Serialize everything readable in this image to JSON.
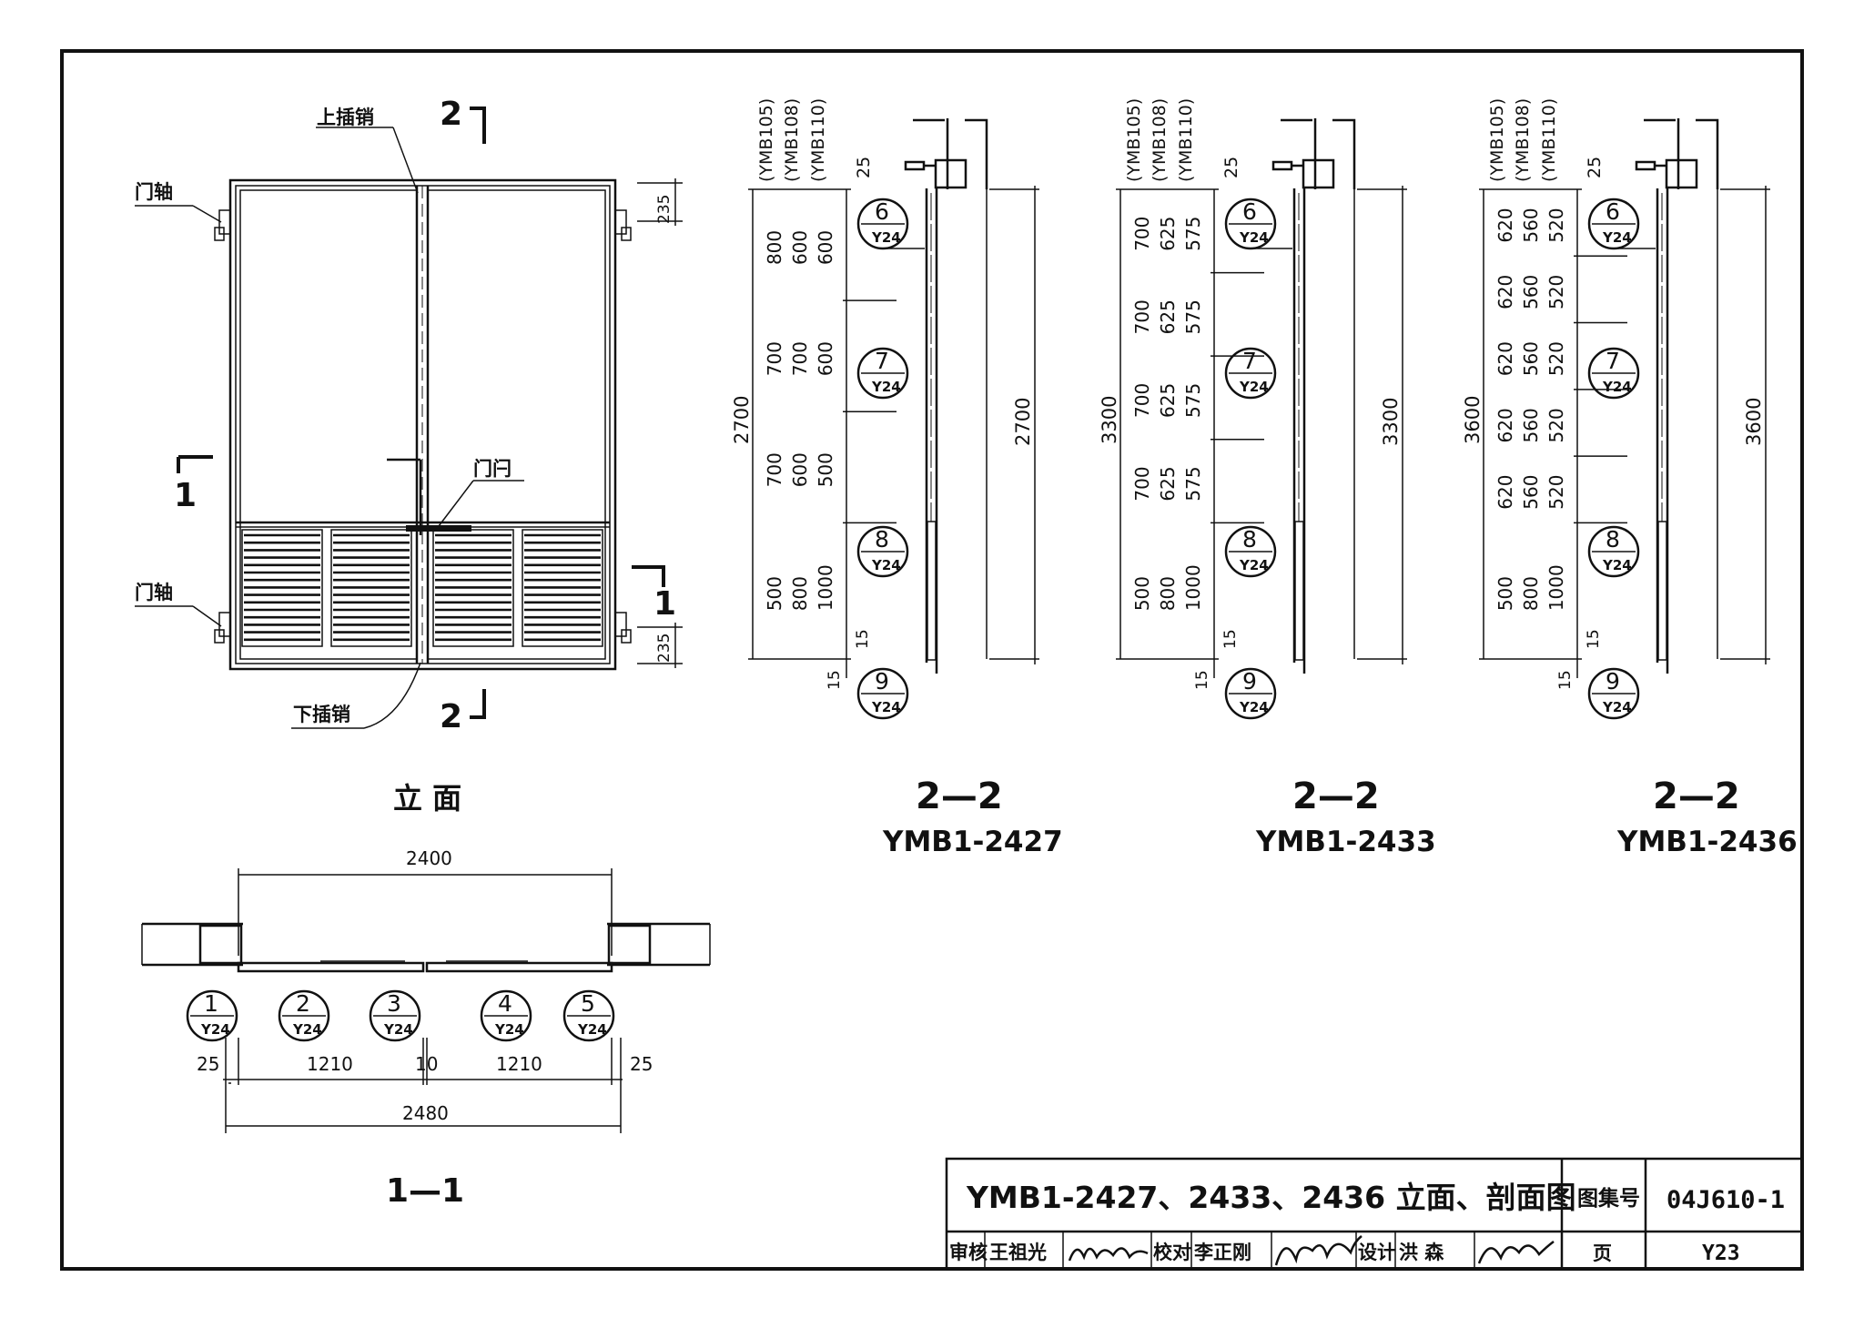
{
  "elevation": {
    "labels": {
      "top_bolt": "上插销",
      "bottom_bolt": "下插销",
      "pivot_top": "门轴",
      "pivot_bottom": "门轴",
      "latch": "门闩",
      "cut_1_top": "1",
      "cut_1_bottom": "1",
      "cut_2_top": "2",
      "cut_2_bottom": "2",
      "dim_top": "235",
      "dim_bottom": "235"
    },
    "caption": "立  面"
  },
  "plan": {
    "caption": "1—1",
    "overall_inner": "2400",
    "overall_outer": "2480",
    "dims": [
      "25",
      "1210",
      "10",
      "1210",
      "25"
    ],
    "callouts": [
      {
        "num": "1",
        "ref": "Y24"
      },
      {
        "num": "2",
        "ref": "Y24"
      },
      {
        "num": "3",
        "ref": "Y24"
      },
      {
        "num": "4",
        "ref": "Y24"
      },
      {
        "num": "5",
        "ref": "Y24"
      }
    ]
  },
  "sections": [
    {
      "caption": "2—2",
      "model": "YMB1-2427",
      "total_left": "2700",
      "total_right": "2700",
      "headers": [
        "(YMB105)",
        "(YMB108)",
        "(YMB110)"
      ],
      "top_dim": "25",
      "bottom_dim_a": "15",
      "bottom_dim_b": "15",
      "col_a": [
        "800",
        "700",
        "700",
        "500"
      ],
      "col_b": [
        "600",
        "700",
        "600",
        "800"
      ],
      "col_c": [
        "600",
        "600",
        "500",
        "1000"
      ]
    },
    {
      "caption": "2—2",
      "model": "YMB1-2433",
      "total_left": "3300",
      "total_right": "3300",
      "headers": [
        "(YMB105)",
        "(YMB108)",
        "(YMB110)"
      ],
      "top_dim": "25",
      "bottom_dim_a": "15",
      "bottom_dim_b": "15",
      "col_a": [
        "700",
        "700",
        "700",
        "700",
        "500"
      ],
      "col_b": [
        "625",
        "625",
        "625",
        "625",
        "800"
      ],
      "col_c": [
        "575",
        "575",
        "575",
        "575",
        "1000"
      ]
    },
    {
      "caption": "2—2",
      "model": "YMB1-2436",
      "total_left": "3600",
      "total_right": "3600",
      "headers": [
        "(YMB105)",
        "(YMB108)",
        "(YMB110)"
      ],
      "top_dim": "25",
      "bottom_dim_a": "15",
      "bottom_dim_b": "15",
      "col_a": [
        "620",
        "620",
        "620",
        "620",
        "620",
        "500"
      ],
      "col_b": [
        "560",
        "560",
        "560",
        "560",
        "560",
        "800"
      ],
      "col_c": [
        "520",
        "520",
        "520",
        "520",
        "520",
        "1000"
      ]
    }
  ],
  "section_callouts": [
    {
      "num": "6",
      "ref": "Y24"
    },
    {
      "num": "7",
      "ref": "Y24"
    },
    {
      "num": "8",
      "ref": "Y24"
    },
    {
      "num": "9",
      "ref": "Y24"
    }
  ],
  "title_block": {
    "title": "YMB1-2427、2433、2436 立面、剖面图",
    "atlas_label": "图集号",
    "atlas_no": "04J610-1",
    "page_label": "页",
    "page_no": "Y23",
    "review_label": "审核",
    "reviewer": "王祖光",
    "check_label": "校对",
    "checker": "李正刚",
    "design_label": "设计",
    "designer": "洪  森"
  }
}
